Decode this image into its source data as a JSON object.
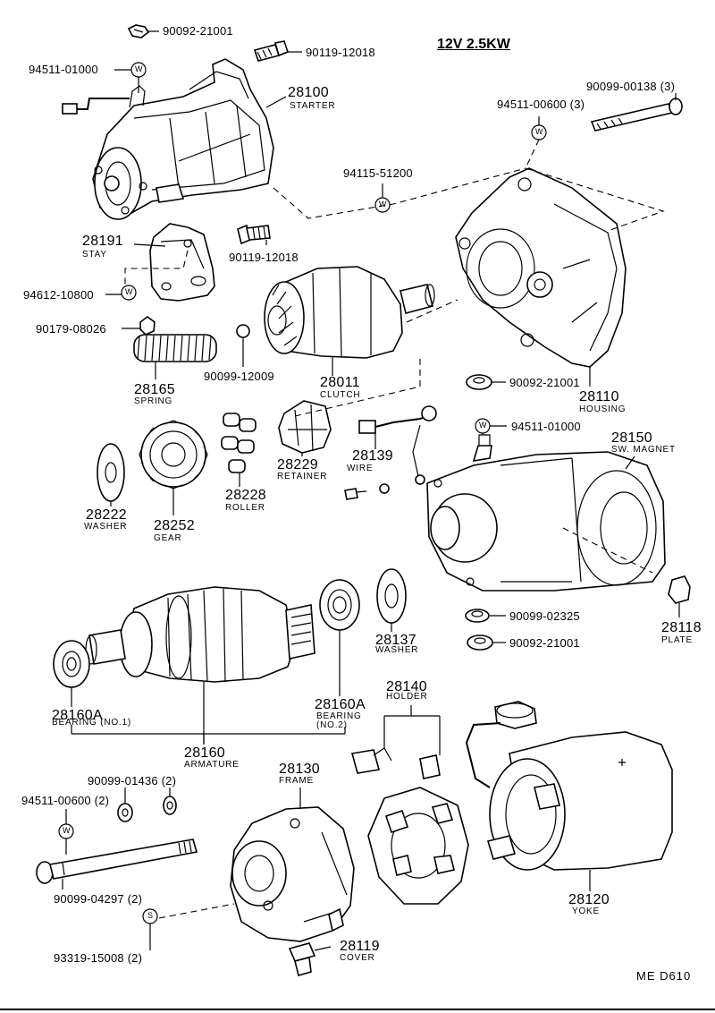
{
  "diagram": {
    "title": "12V 2.5KW",
    "code": "ME  D610",
    "parts": {
      "nut_top": {
        "number": "90092-21001"
      },
      "bolt_top": {
        "number": "90119-12018"
      },
      "washer_starter": {
        "number": "94511-01000",
        "symbol": "W"
      },
      "starter": {
        "number": "28100",
        "name": "STARTER"
      },
      "bolt_long": {
        "number": "90099-00138 (3)"
      },
      "washer_long": {
        "number": "94511-00600 (3)",
        "symbol": "W"
      },
      "washer_mid": {
        "number": "94115-51200",
        "symbol": "W"
      },
      "stay": {
        "number": "28191",
        "name": "STAY"
      },
      "bolt_stay": {
        "number": "90119-12018"
      },
      "washer_stay": {
        "number": "94612-10800",
        "symbol": "W"
      },
      "nut_small": {
        "number": "90179-08026"
      },
      "ball": {
        "number": "90099-12009"
      },
      "spring": {
        "number": "28165",
        "name": "SPRING"
      },
      "clutch": {
        "number": "28011",
        "name": "CLUTCH"
      },
      "nut_housing": {
        "number": "90092-21001"
      },
      "housing": {
        "number": "28110",
        "name": "HOUSING"
      },
      "washer_magnet": {
        "number": "94511-01000",
        "symbol": "W"
      },
      "magnet": {
        "number": "28150",
        "name": "SW. MAGNET"
      },
      "washer_gear": {
        "number": "28222",
        "name": "WASHER"
      },
      "gear": {
        "number": "28252",
        "name": "GEAR"
      },
      "roller": {
        "number": "28228",
        "name": "ROLLER"
      },
      "retainer": {
        "number": "28229",
        "name": "RETAINER"
      },
      "wire": {
        "number": "28139",
        "name": "WIRE"
      },
      "washer_lock": {
        "number": "90099-02325"
      },
      "nut_magnet": {
        "number": "90092-21001"
      },
      "plate": {
        "number": "28118",
        "name": "PLATE"
      },
      "washer_arm": {
        "number": "28137",
        "name": "WASHER"
      },
      "bearing1": {
        "number": "28160A",
        "name": "BEARING (NO.1)"
      },
      "bearing2": {
        "number": "28160A",
        "name": "BEARING",
        "name2": "(NO.2)"
      },
      "armature": {
        "number": "28160",
        "name": "ARMATURE"
      },
      "holder": {
        "number": "28140",
        "name": "HOLDER"
      },
      "washer_frame": {
        "number": "90099-01436 (2)"
      },
      "frame": {
        "number": "28130",
        "name": "FRAME"
      },
      "washer_bolt": {
        "number": "94511-00600 (2)",
        "symbol": "W"
      },
      "through_bolt": {
        "number": "90099-04297 (2)"
      },
      "screw": {
        "number": "93319-15008 (2)",
        "symbol": "S"
      },
      "cover": {
        "number": "28119",
        "name": "COVER"
      },
      "yoke": {
        "number": "28120",
        "name": "YOKE"
      }
    }
  }
}
